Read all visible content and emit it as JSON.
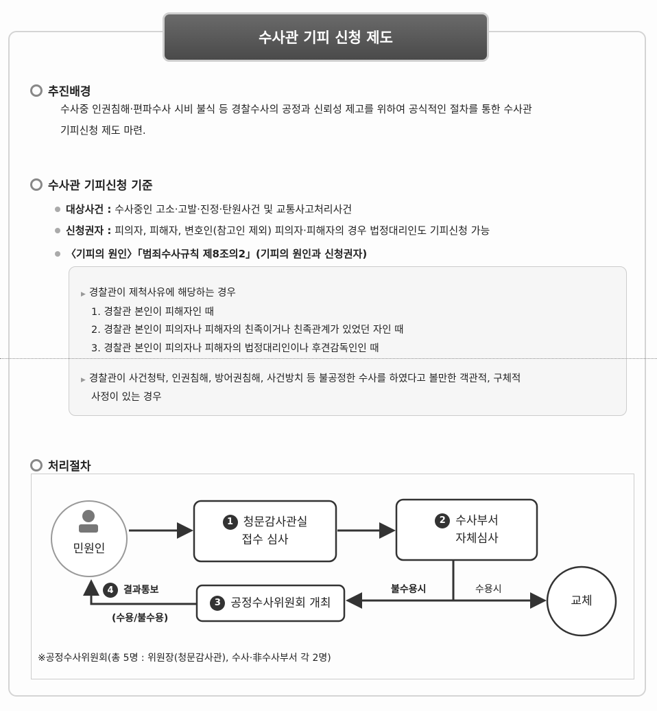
{
  "title": "수사관 기피 신청 제도",
  "sections": {
    "background": {
      "heading": "추진배경",
      "lines": [
        "수사중 인권침해·편파수사 시비 불식 등 경찰수사의 공정과 신뢰성 제고를 위하여 공식적인 절차를 통한 수사관",
        "기피신청 제도 마련."
      ]
    },
    "criteria": {
      "heading": "수사관 기피신청 기준",
      "bullets": [
        {
          "label": "대상사건 :",
          "text": " 수사중인 고소·고발·진정·탄원사건 및 교통사고처리사건"
        },
        {
          "label": "신청권자 :",
          "text": " 피의자, 피해자, 변호인(참고인 제외) 피의자·피해자의 경우 법정대리인도 기피신청 가능"
        },
        {
          "label": "",
          "text": "〈기피의 원인〉「범죄수사규칙 제8조의2」(기피의 원인과 신청권자)"
        }
      ],
      "box": {
        "item1": "경찰관이 제척사유에 해당하는 경우",
        "sub": [
          "1. 경찰관 본인이 피해자인 때",
          "2. 경찰관 본인이 피의자나 피해자의 친족이거나 친족관계가 있었던 자인 때",
          "3. 경찰관 본인이 피의자나 피해자의 법정대리인이나 후견감독인인 때"
        ],
        "item2_lines": [
          "경찰관이 사건청탁, 인권침해, 방어권침해, 사건방치 등 불공정한 수사를 하였다고 볼만한 객관적, 구체적",
          "사정이 있는 경우"
        ]
      }
    },
    "procedure": {
      "heading": "처리절차",
      "applicant": "민원인",
      "step1": {
        "num": "1",
        "line1": "청문감사관실",
        "line2": "접수 심사"
      },
      "step2": {
        "num": "2",
        "line1": "수사부서",
        "line2": "자체심사"
      },
      "step3": {
        "num": "3",
        "label": "공정수사위원회 개최"
      },
      "step4": {
        "num": "4",
        "label": "결과통보",
        "sub": "(수용/불수용)"
      },
      "reject": "불수용시",
      "accept": "수용시",
      "replace": "교체",
      "note": "※공정수사위원회(총 5명 : 위원장(청문감사관), 수사·非수사부서 각 2명)"
    }
  }
}
